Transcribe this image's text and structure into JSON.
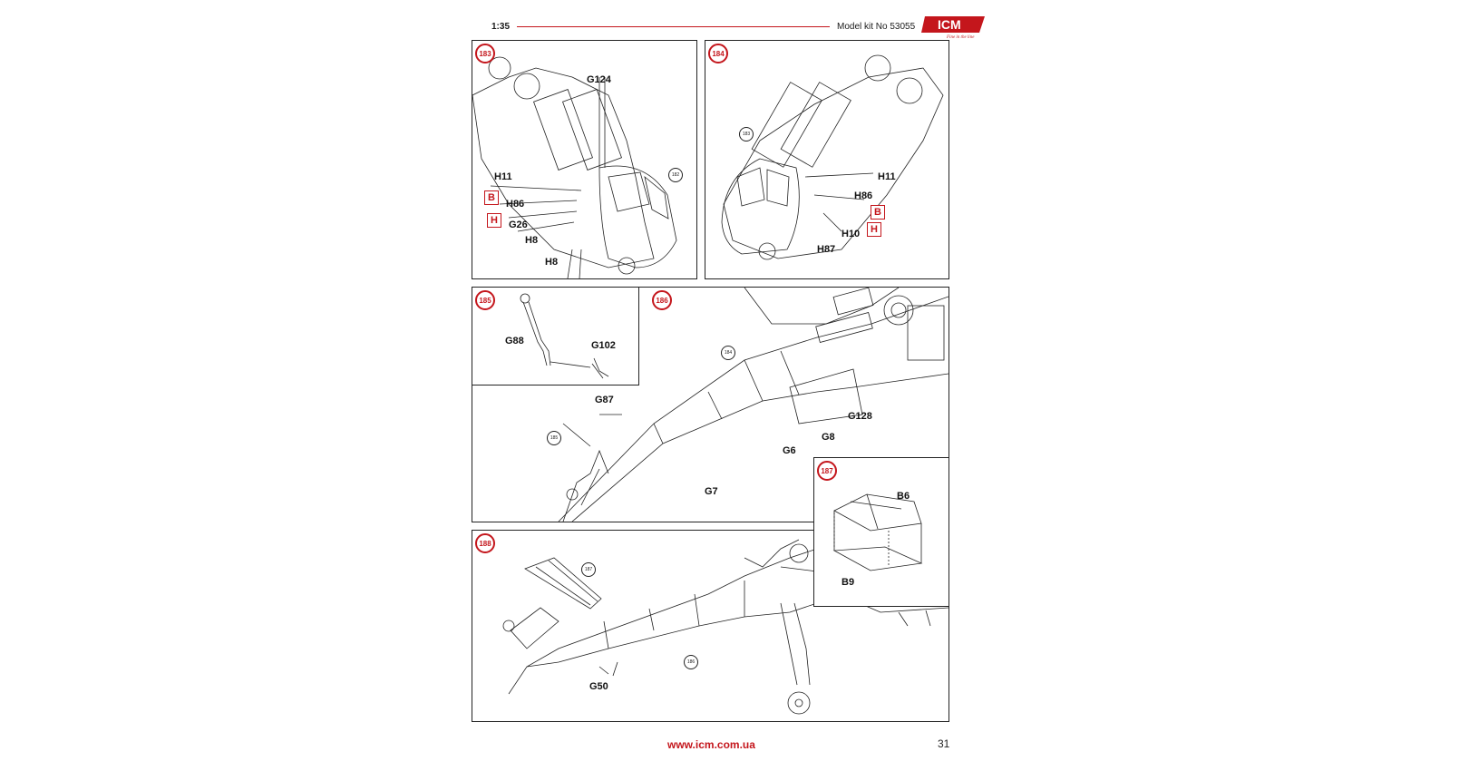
{
  "header": {
    "scale": "1:35",
    "model_kit": "Model kit No 53055",
    "logo_text": "ICM",
    "logo_tagline": "Fine in the line"
  },
  "steps": {
    "s183": {
      "number": "183",
      "ref": "182",
      "labels": {
        "g124": "G124",
        "h11": "H11",
        "h86": "H86",
        "g26": "G26",
        "h8a": "H8",
        "h8b": "H8"
      },
      "paint": {
        "b": "B",
        "h": "H"
      }
    },
    "s184": {
      "number": "184",
      "ref": "183",
      "labels": {
        "h11": "H11",
        "h86": "H86",
        "h10": "H10",
        "h87": "H87"
      },
      "paint": {
        "b": "B",
        "h": "H"
      }
    },
    "s185": {
      "number": "185",
      "labels": {
        "g88": "G88",
        "g102": "G102"
      }
    },
    "s186": {
      "number": "186",
      "ref_a": "184",
      "ref_b": "185",
      "labels": {
        "g87": "G87",
        "g128": "G128",
        "g8": "G8",
        "g6": "G6",
        "g7": "G7"
      }
    },
    "s187": {
      "number": "187",
      "labels": {
        "b6": "B6",
        "b9": "B9"
      }
    },
    "s188": {
      "number": "188",
      "ref_a": "187",
      "ref_b": "186",
      "labels": {
        "g50": "G50"
      }
    }
  },
  "footer": {
    "url": "www.icm.com.ua",
    "page": "31"
  },
  "colors": {
    "accent": "#c4161c",
    "line": "#222222"
  }
}
